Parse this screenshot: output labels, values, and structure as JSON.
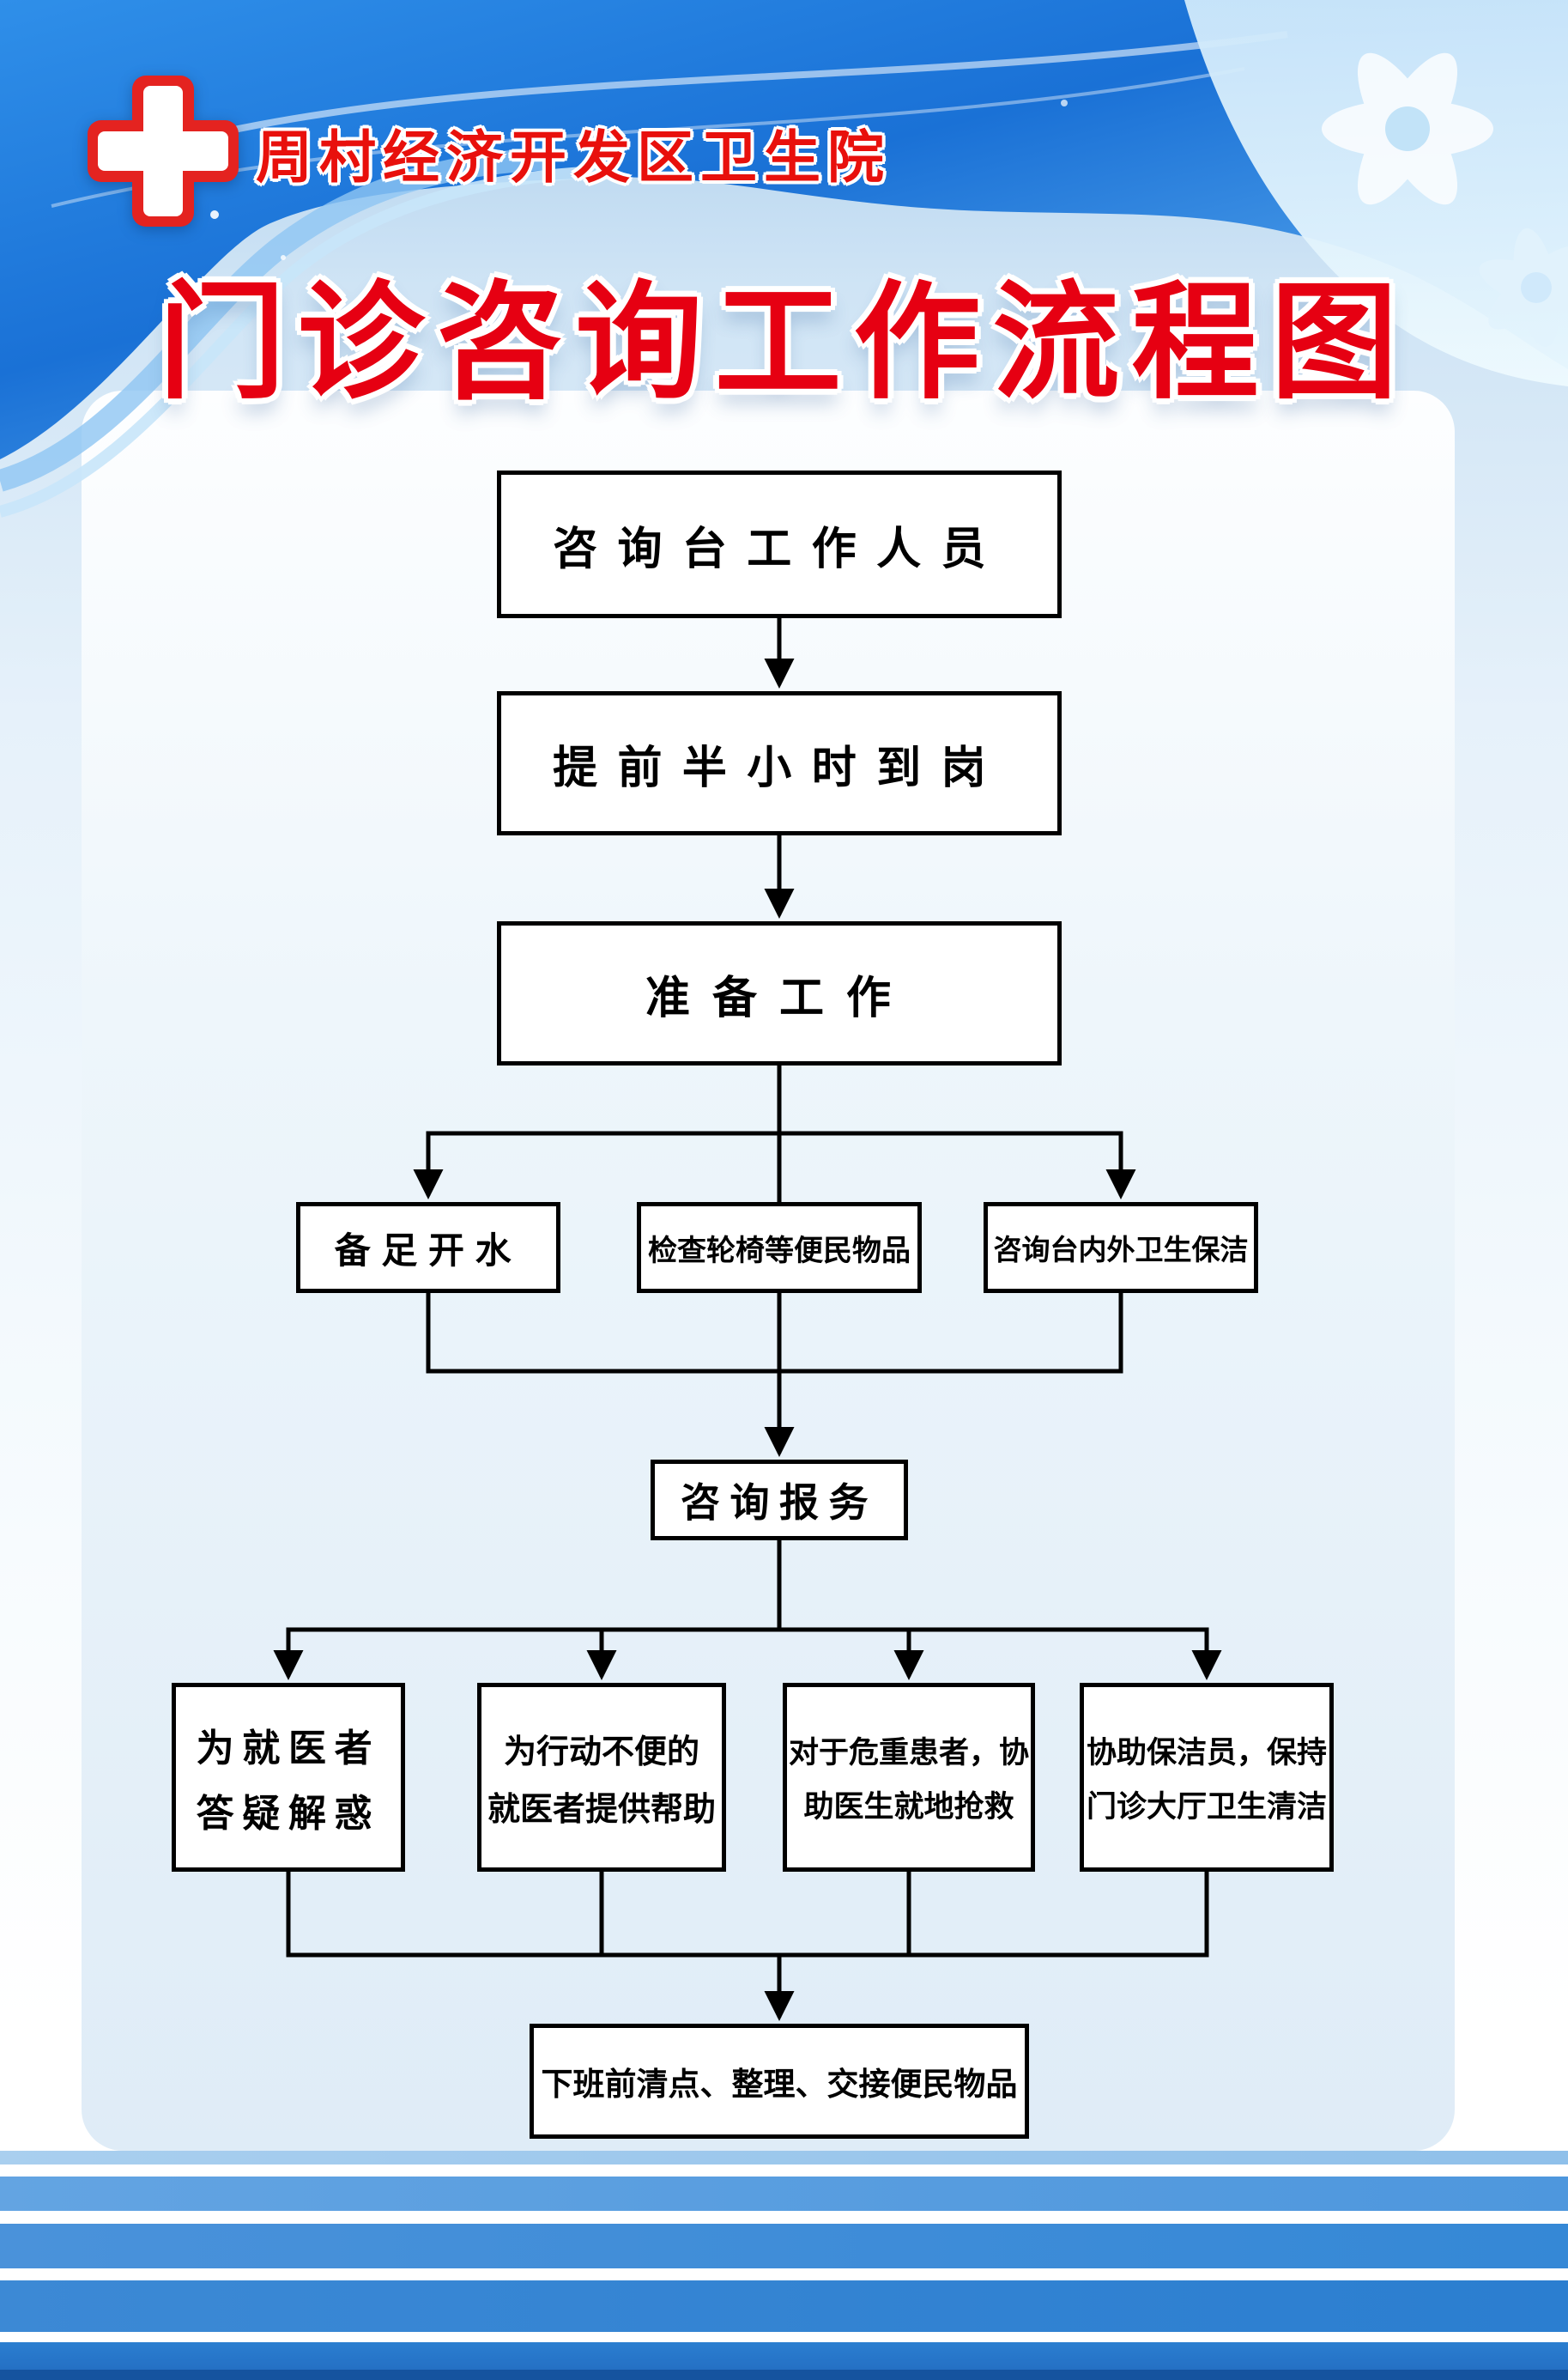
{
  "header": {
    "hospital_name": "周村经济开发区卫生院",
    "title": "门诊咨询工作流程图",
    "logo": "red-cross"
  },
  "flowchart": {
    "nodes": {
      "staff": "咨询台工作人员",
      "arrive": "提前半小时到岗",
      "prepare": "准备工作",
      "water": "备足开水",
      "wheelchair": "检查轮椅等便民物品",
      "cleaning": "咨询台内外卫生保洁",
      "service": "咨询报务",
      "answer": [
        "为就医者",
        "答疑解惑"
      ],
      "mobility": [
        "为行动不便的",
        "就医者提供帮助"
      ],
      "rescue": [
        "对于危重患者，协",
        "助医生就地抢救"
      ],
      "keep_clean": [
        "协助保洁员，保持",
        "门诊大厅卫生清洁"
      ],
      "handover": "下班前清点、整理、交接便民物品"
    }
  },
  "colors": {
    "title_red": "#e60012",
    "header_blue": "#1b6fd4",
    "stripe_blue": "#2a77cc",
    "node_border": "#000000",
    "node_background": "#ffffff"
  }
}
